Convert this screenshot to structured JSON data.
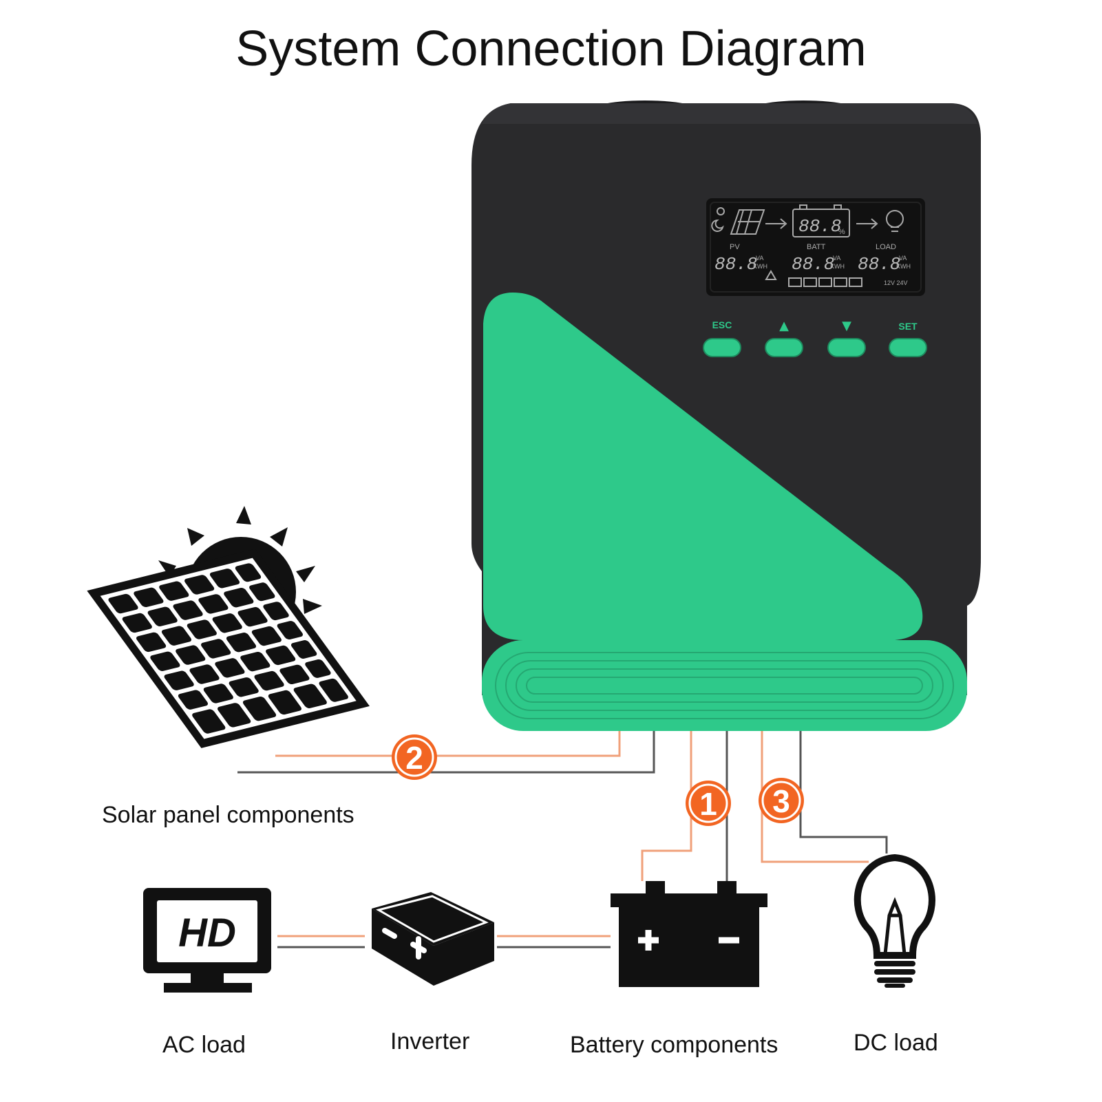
{
  "title": "System Connection Diagram",
  "controller": {
    "display": {
      "pv_label": "PV",
      "batt_label": "BATT",
      "load_label": "LOAD",
      "digits": "88.8",
      "unit_top": "VA",
      "unit_bottom": "KWH",
      "percent": "%",
      "voltage": "12V 24V"
    },
    "buttons": {
      "esc": "ESC",
      "up": "▲",
      "down": "▼",
      "set": "SET"
    }
  },
  "badges": {
    "one": "1",
    "two": "2",
    "three": "3"
  },
  "tv_icon_text": "HD",
  "labels": {
    "solar": "Solar panel components",
    "ac_load": "AC load",
    "inverter": "Inverter",
    "battery": "Battery components",
    "dc_load": "DC load"
  },
  "colors": {
    "body": "#2a2a2c",
    "green": "#2ec98a",
    "wire_orange": "#f0a07a",
    "wire_gray": "#555555",
    "badge": "#f26522",
    "lcd": "#111111"
  }
}
